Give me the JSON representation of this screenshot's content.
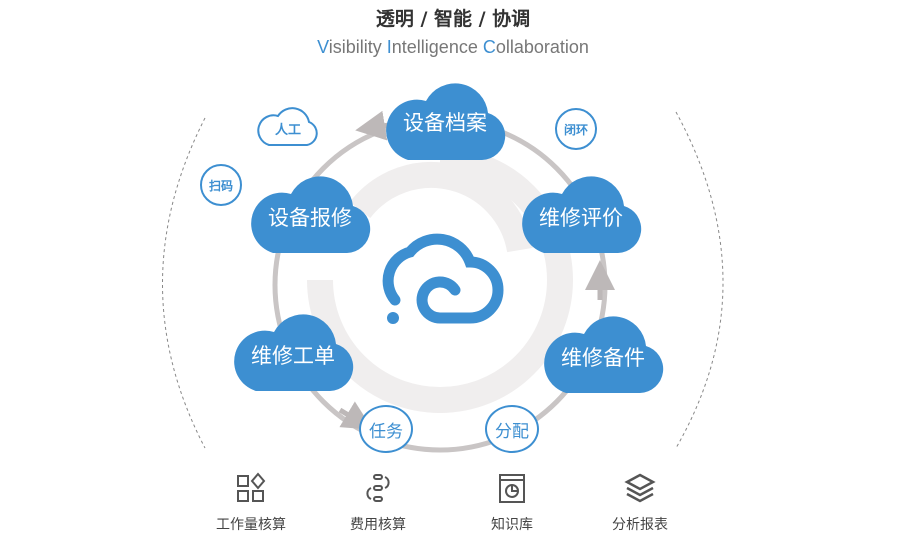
{
  "header": {
    "title": "透明 / 智能 / 协调",
    "subtitle": [
      {
        "hl": "V",
        "rest": "isibility "
      },
      {
        "hl": "I",
        "rest": "ntelligence "
      },
      {
        "hl": "C",
        "rest": "ollaboration"
      }
    ]
  },
  "colors": {
    "accent": "#3d8fd1",
    "arrow": "#bdb8b8"
  },
  "clouds": {
    "archive": "设备档案",
    "evaluate": "维修评价",
    "repair": "设备报修",
    "workorder": "维修工单",
    "parts": "维修备件",
    "manual": "人工"
  },
  "badges": {
    "closed_loop": "闭环",
    "scan": "扫码",
    "task": "任务",
    "assign": "分配"
  },
  "tools": [
    {
      "label": "工作量核算",
      "icon": "grid-diamond-icon"
    },
    {
      "label": "费用核算",
      "icon": "flow-cycle-icon"
    },
    {
      "label": "知识库",
      "icon": "book-chart-icon"
    },
    {
      "label": "分析报表",
      "icon": "layers-icon"
    }
  ]
}
